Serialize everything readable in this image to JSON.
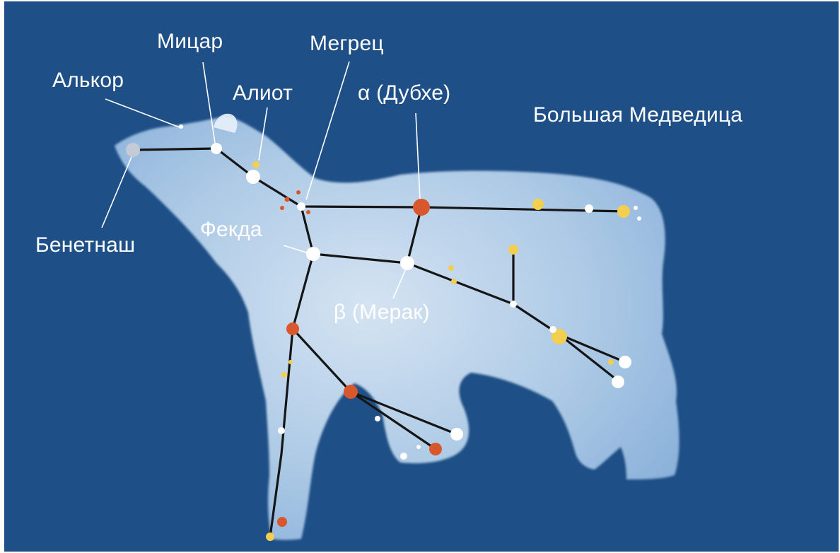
{
  "title": "Большая Медведица",
  "colors": {
    "sky": "#1e4f86",
    "bear": "#cfe3f7",
    "line": "#151515",
    "star_white": "#ffffff",
    "star_orange": "#d9572c",
    "star_yellow": "#f2cf4e"
  },
  "labels": {
    "alcor": "Алькор",
    "mizar": "Мицар",
    "alioth": "Алиот",
    "megrez": "Мегрец",
    "dubhe": "α (Дубхе)",
    "benetnash": "Бенетнаш",
    "phecda": "Фекда",
    "merak": "β (Мерак)"
  }
}
